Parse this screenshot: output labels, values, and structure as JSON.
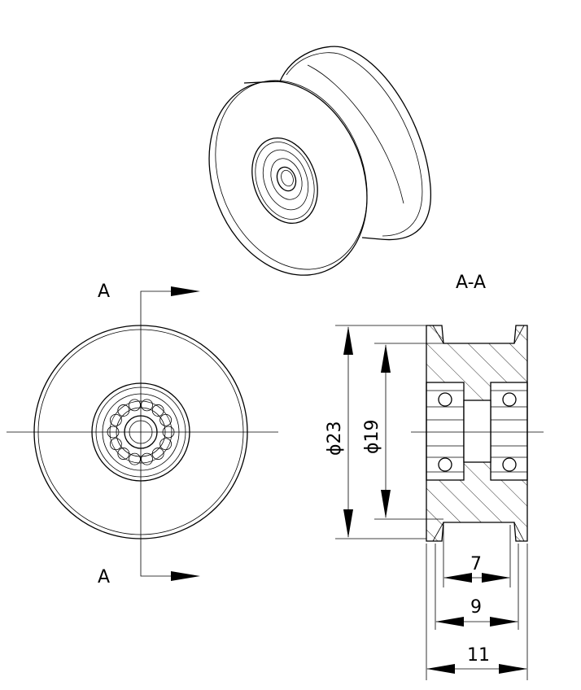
{
  "labels": {
    "section_top": "A",
    "section_bottom": "A",
    "section_title": "A-A"
  },
  "dimensions": {
    "outer_diameter": "ϕ23",
    "groove_diameter": "ϕ19",
    "inner_width": "7",
    "groove_width": "9",
    "overall_width": "11"
  }
}
